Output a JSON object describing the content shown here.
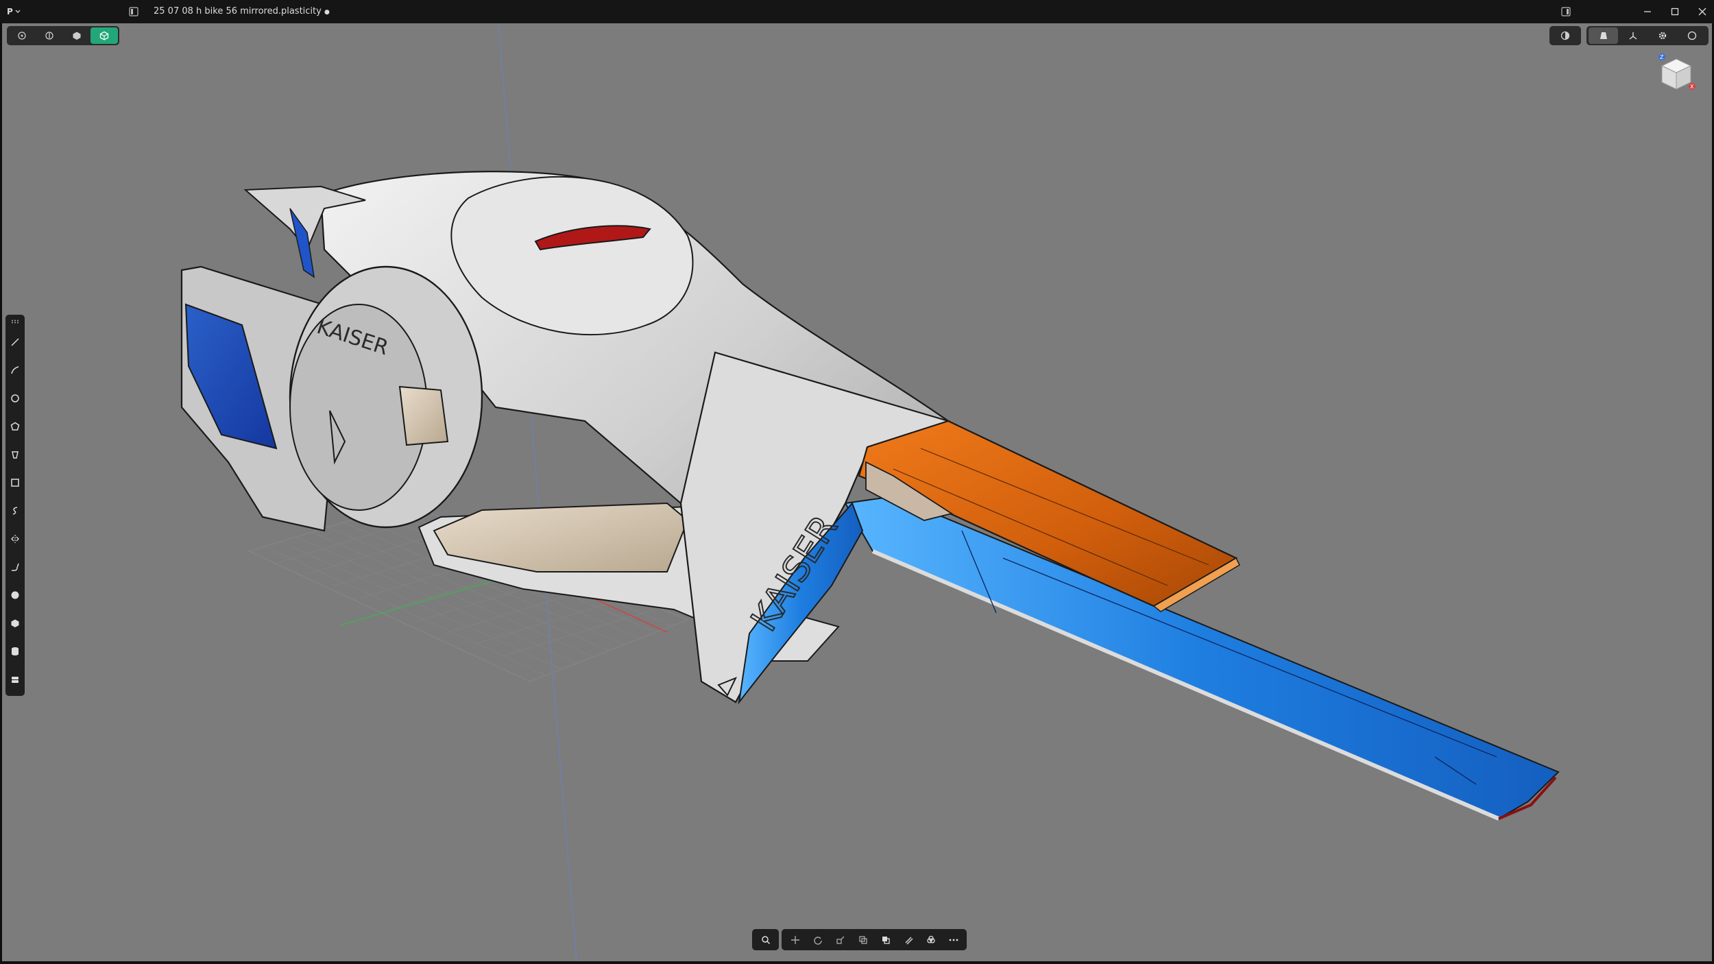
{
  "app": {
    "logo_letter": "P",
    "menu_chevron": "chevron-down-icon"
  },
  "document": {
    "title": "25 07 08 h bike 56 mirrored.plasticity",
    "unsaved_indicator": "●"
  },
  "window_controls": [
    "minimize-icon",
    "maximize-icon",
    "close-icon"
  ],
  "selection_modes": [
    {
      "name": "vertex-mode",
      "active": false
    },
    {
      "name": "edge-mode",
      "active": false
    },
    {
      "name": "face-mode",
      "active": false
    },
    {
      "name": "solid-mode",
      "active": true
    }
  ],
  "colors": {
    "accent": "#23a778",
    "viewport_bg": "#7c7c7c",
    "body_white": "#d9d9d9",
    "orange": "#e06a10",
    "blue": "#1f7fe0",
    "tail_red": "#b01818",
    "axis_x": "#c8484a",
    "axis_y": "#4ea65a",
    "axis_z": "#5a7fc8"
  },
  "model": {
    "brand_text_main": "KAISER",
    "brand_text_cowl": "KAISER"
  },
  "view_controls": [
    "xray-icon",
    "render-icon",
    "axis-icon",
    "settings-icon",
    "help-icon"
  ],
  "navcube_labels": {
    "z": "Z",
    "x": "X"
  },
  "left_tools": [
    "grip-icon",
    "line-icon",
    "curve-icon",
    "circle-icon",
    "polygon-icon",
    "extrude-icon",
    "box-icon",
    "spiral-icon",
    "mirror-icon",
    "fillet-icon",
    "sphere-icon",
    "cube-icon",
    "cylinder-icon",
    "stack-icon"
  ],
  "bottom_tools": [
    "search-icon",
    "move-icon",
    "rotate-icon",
    "scale-icon",
    "duplicate-icon",
    "boolean-icon",
    "offset-icon",
    "fillet-tool-icon",
    "more-icon"
  ]
}
